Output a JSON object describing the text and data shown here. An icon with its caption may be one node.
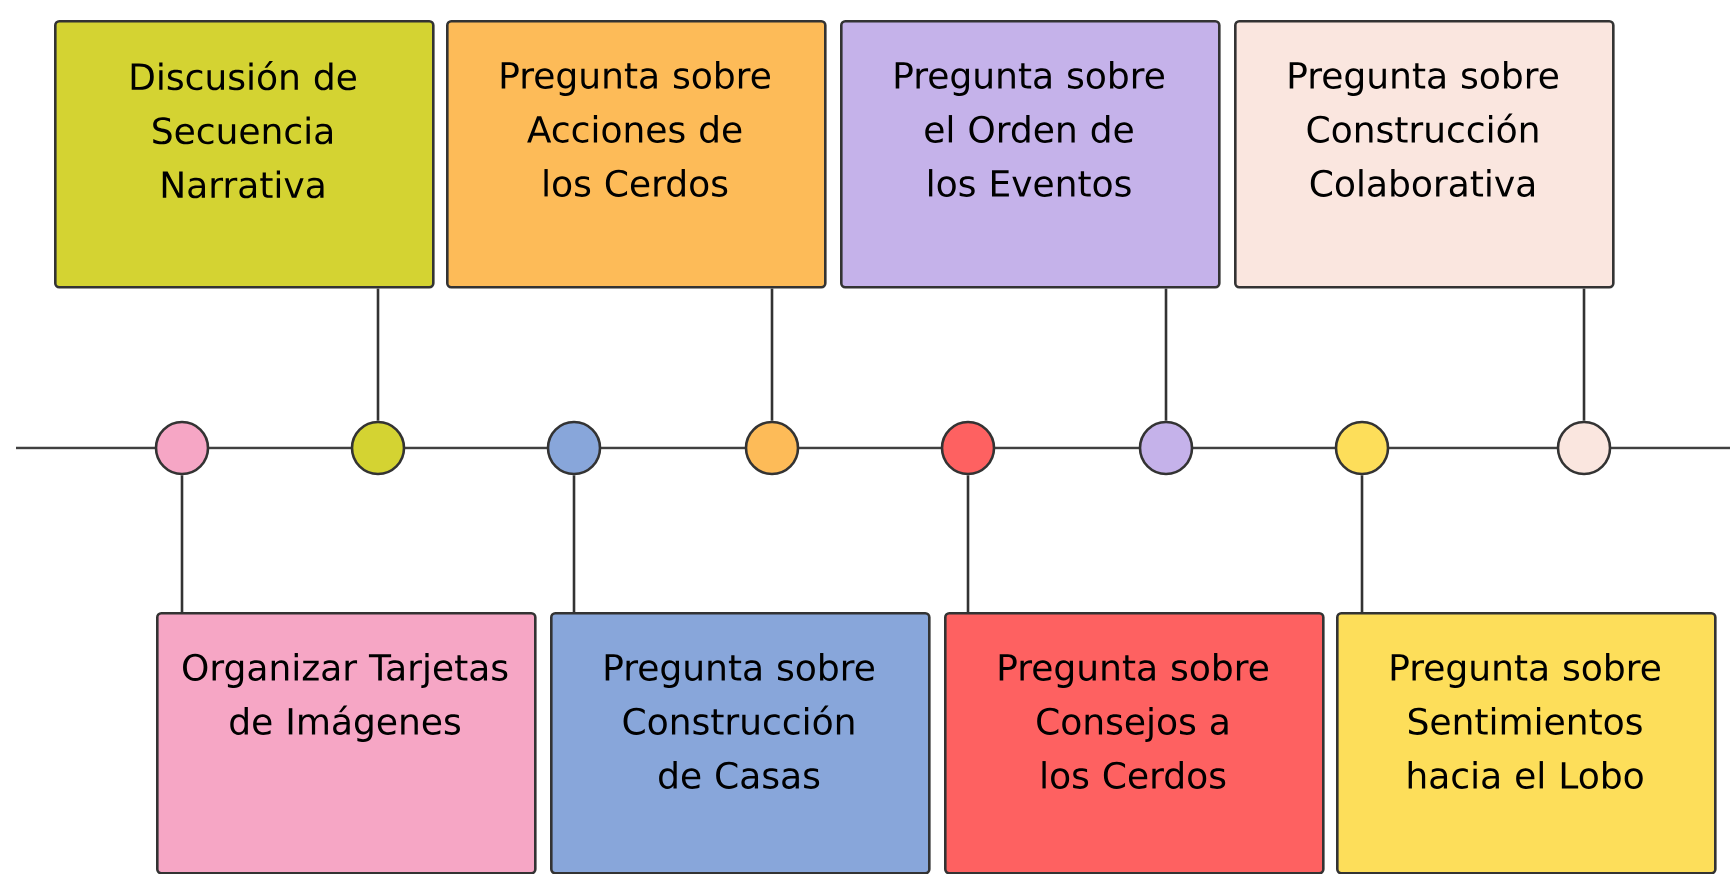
{
  "diagram": {
    "nodes": [
      {
        "text": [
          "Discusión de Secuencia Narrativa"
        ]
      },
      {
        "text": [
          "Pregunta sobre Acciones de los Cerdos"
        ]
      },
      {
        "text": [
          "Pregunta sobre el Orden de los Eventos"
        ]
      },
      {
        "text": [
          "Pregunta sobre Construcción Colaborativa"
        ]
      },
      {
        "text": [],
        "shape": "circle"
      },
      {
        "text": [],
        "shape": "circle"
      },
      {
        "text": [],
        "shape": "circle"
      },
      {
        "text": [],
        "shape": "circle"
      },
      {
        "text": [],
        "shape": "circle"
      },
      {
        "text": [],
        "shape": "circle"
      },
      {
        "text": [],
        "shape": "circle"
      },
      {
        "text": [],
        "shape": "circle"
      },
      {
        "text": [
          "Organizar Tarjetas de Imágenes"
        ]
      },
      {
        "text": [
          "Pregunta sobre Construcción de Casas"
        ]
      },
      {
        "text": [
          "Pregunta sobre Consejos a los Cerdos"
        ]
      },
      {
        "text": [
          "Pregunta sobre Sentimientos hacia el Lobo"
        ]
      }
    ],
    "edges": [
      {
        "from": 0,
        "to": 5,
        "arrow": "none"
      },
      {
        "from": 1,
        "to": 7,
        "arrow": "none"
      },
      {
        "from": 2,
        "to": 9,
        "arrow": "none"
      },
      {
        "from": 3,
        "to": 11,
        "arrow": "none"
      },
      {
        "from": 12,
        "to": 4,
        "arrow": "none"
      },
      {
        "from": 13,
        "to": 6,
        "arrow": "none"
      },
      {
        "from": 14,
        "to": 8,
        "arrow": "none"
      },
      {
        "from": 15,
        "to": 10,
        "arrow": "none"
      }
    ]
  }
}
